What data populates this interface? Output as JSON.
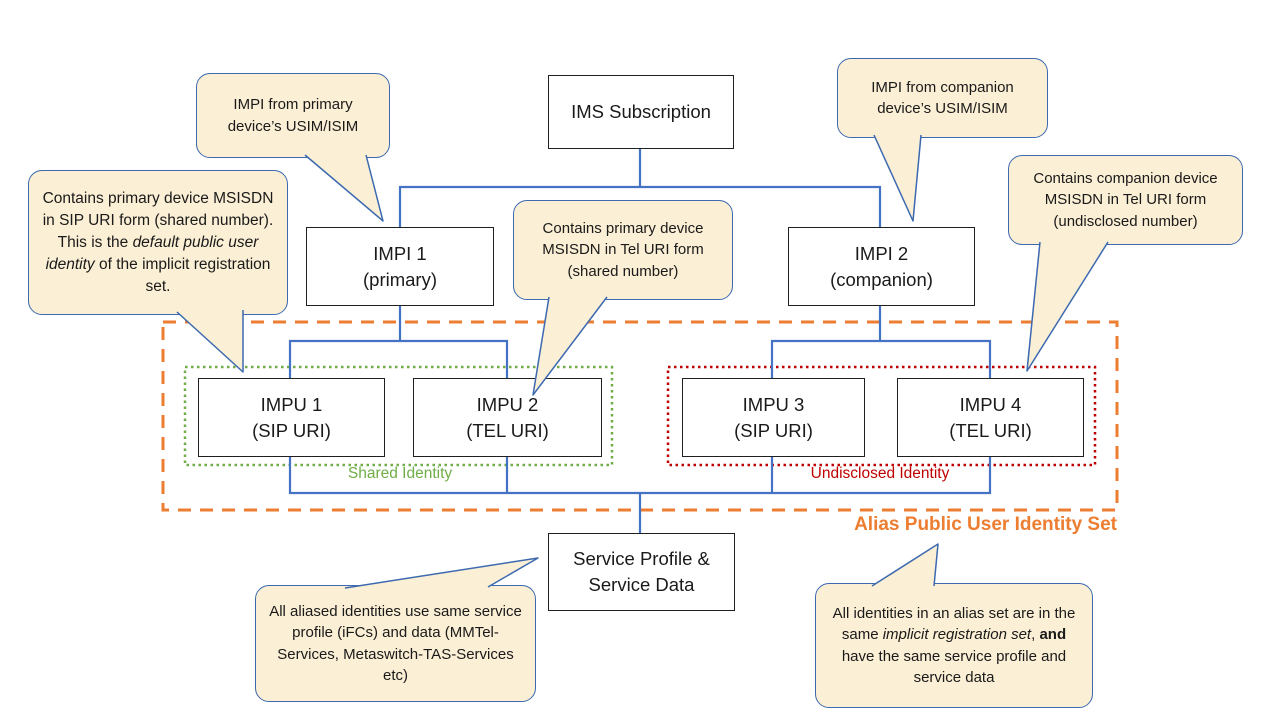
{
  "colors": {
    "connector_blue": "#4472C4",
    "callout_fill": "#FBEFD5",
    "callout_border": "#3C69AF",
    "box_border": "#1F1F1F",
    "shared_green": "#70AD47",
    "undisclosed_red": "#C00000",
    "alias_orange": "#ED7D31"
  },
  "boxes": {
    "ims_subscription": {
      "line1": "IMS Subscription",
      "line2": ""
    },
    "impi1": {
      "line1": "IMPI 1",
      "line2": "(primary)"
    },
    "impi2": {
      "line1": "IMPI 2",
      "line2": "(companion)"
    },
    "impu1": {
      "line1": "IMPU 1",
      "line2": "(SIP URI)"
    },
    "impu2": {
      "line1": "IMPU 2",
      "line2": "(TEL URI)"
    },
    "impu3": {
      "line1": "IMPU 3",
      "line2": "(SIP URI)"
    },
    "impu4": {
      "line1": "IMPU 4",
      "line2": "(TEL URI)"
    },
    "service_profile": {
      "line1": "Service Profile &",
      "line2": "Service Data"
    }
  },
  "group_labels": {
    "shared": "Shared Identity",
    "undisclosed": "Undisclosed Identity",
    "alias": "Alias Public User Identity Set"
  },
  "callouts": {
    "impi1_note": [
      {
        "t": "IMPI from primary device’s USIM/ISIM"
      }
    ],
    "impi2_note": [
      {
        "t": "IMPI from companion device’s USIM/ISIM"
      }
    ],
    "impu1_note": [
      {
        "t": "Contains primary device MSISDN in SIP URI form (shared number). This is the "
      },
      {
        "t": "default public user identity",
        "i": true
      },
      {
        "t": " of the implicit registration set."
      }
    ],
    "impu2_note": [
      {
        "t": "Contains primary device MSISDN in Tel URI form (shared number)"
      }
    ],
    "impu4_note": [
      {
        "t": "Contains companion device MSISDN in Tel URI form (undisclosed number)"
      }
    ],
    "service_note": [
      {
        "t": "All aliased identities use same service profile (iFCs) and data (MMTel-Services, Metaswitch-TAS-Services etc)"
      }
    ],
    "alias_note": [
      {
        "t": "All identities in an alias set are in the same "
      },
      {
        "t": "implicit registration set",
        "i": true
      },
      {
        "t": ", "
      },
      {
        "t": "and",
        "b": true
      },
      {
        "t": " have the same service profile and service data"
      }
    ]
  }
}
